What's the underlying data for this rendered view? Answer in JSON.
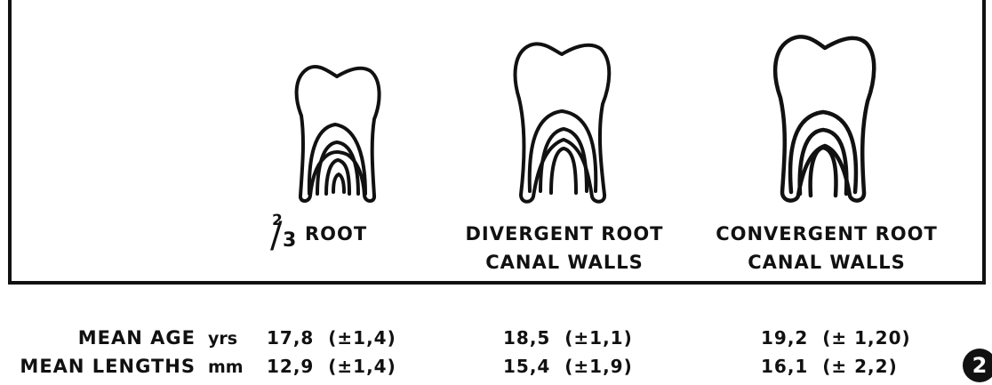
{
  "teeth": [
    {
      "label_line1": "ROOT",
      "fraction_num": "2",
      "fraction_den": "3"
    },
    {
      "label_line1": "DIVERGENT ROOT",
      "label_line2": "CANAL WALLS"
    },
    {
      "label_line1": "CONVERGENT ROOT",
      "label_line2": "CANAL WALLS"
    }
  ],
  "rows": [
    {
      "label": "MEAN AGE",
      "unit": "yrs",
      "values": [
        "17,8  (±1,4)",
        "18,5  (±1,1)",
        "19,2  (± 1,20)"
      ]
    },
    {
      "label": "MEAN LENGTHS",
      "unit": "mm",
      "values": [
        "12,9  (±1,4)",
        "15,4  (±1,9)",
        "16,1  (± 2,2)"
      ]
    }
  ],
  "figure_number": "2"
}
